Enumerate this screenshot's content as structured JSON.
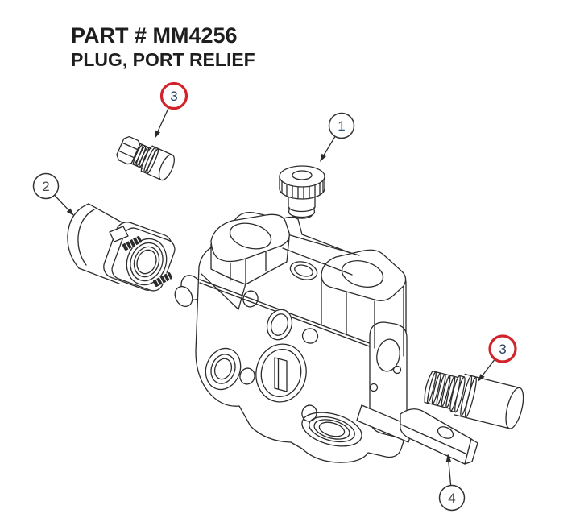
{
  "title": {
    "line1": "PART # MM4256",
    "line2": "PLUG, PORT RELIEF"
  },
  "callouts": [
    {
      "label": "3",
      "target": "port-relief-plug-upper",
      "circle_color": "#d2232a",
      "number_color": "#2a3f63"
    },
    {
      "label": "1",
      "target": "knob",
      "circle_color": "#333333",
      "number_color": "#33567e"
    },
    {
      "label": "2",
      "target": "cartridge",
      "circle_color": "#333333",
      "number_color": "#4a4a4a"
    },
    {
      "label": "3",
      "target": "port-relief-plug-right",
      "circle_color": "#d2232a",
      "number_color": "#2a3f63"
    },
    {
      "label": "4",
      "target": "lever-arm",
      "circle_color": "#333333",
      "number_color": "#4a4a4a"
    }
  ],
  "colors": {
    "background": "#ffffff",
    "line_art": "#2b2b2b",
    "title_text": "#1e1e1e",
    "highlight_red": "#d2232a"
  }
}
